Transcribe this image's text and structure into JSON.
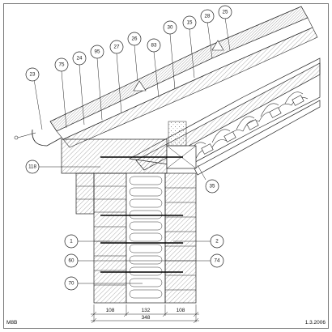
{
  "drawing": {
    "code": "M8B",
    "date": "1.3.2006"
  },
  "callouts": [
    {
      "id": "c23",
      "text": "23"
    },
    {
      "id": "c75",
      "text": "75"
    },
    {
      "id": "c24",
      "text": "24"
    },
    {
      "id": "c95",
      "text": "95"
    },
    {
      "id": "c27",
      "text": "27"
    },
    {
      "id": "c26",
      "text": "26"
    },
    {
      "id": "c83",
      "text": "83"
    },
    {
      "id": "c30",
      "text": "30"
    },
    {
      "id": "c15",
      "text": "15"
    },
    {
      "id": "c28",
      "text": "28"
    },
    {
      "id": "c25",
      "text": "25"
    },
    {
      "id": "c118",
      "text": "118"
    },
    {
      "id": "c35",
      "text": "35"
    },
    {
      "id": "c1",
      "text": "1"
    },
    {
      "id": "c2",
      "text": "2"
    },
    {
      "id": "c60",
      "text": "60"
    },
    {
      "id": "c74",
      "text": "74"
    },
    {
      "id": "c70",
      "text": "70"
    }
  ],
  "dimensions": {
    "segments": [
      "108",
      "132",
      "108"
    ],
    "total": "348"
  }
}
